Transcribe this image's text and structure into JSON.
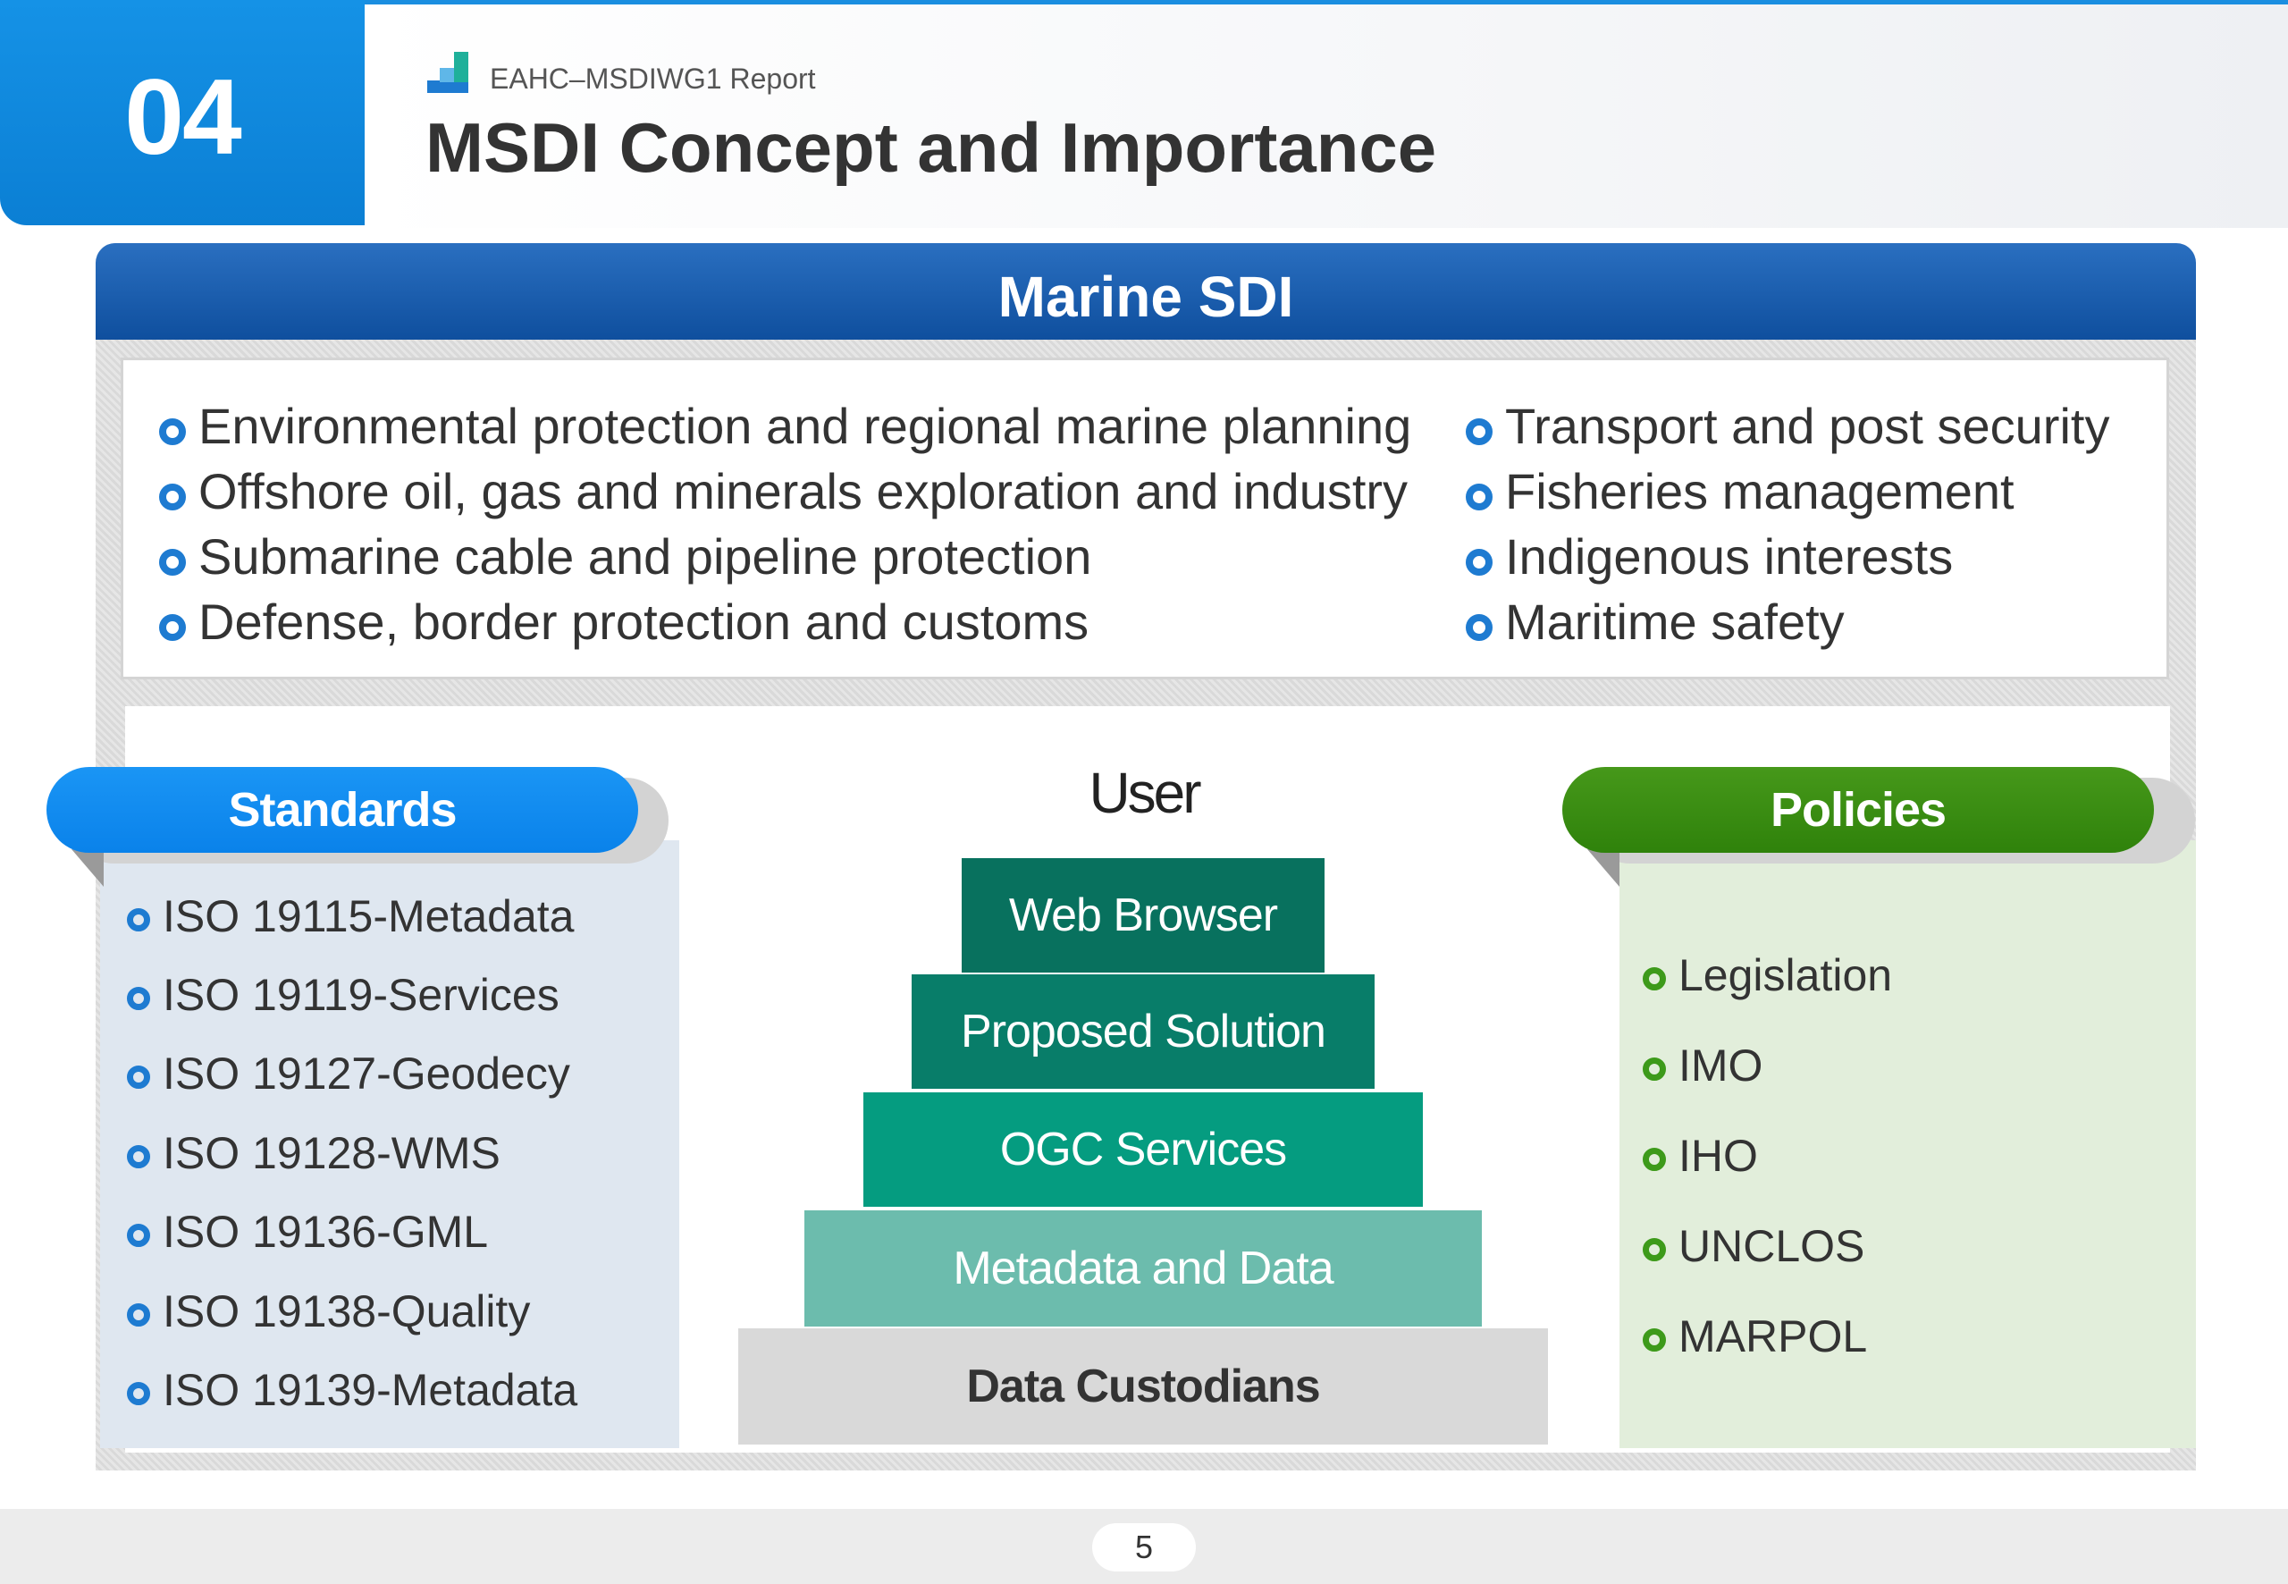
{
  "header": {
    "section_number": "04",
    "report_label": "EAHC–MSDIWG1 Report",
    "title": "MSDI Concept and Importance"
  },
  "banner": {
    "title": "Marine SDI"
  },
  "uses": {
    "left": [
      "Environmental protection and regional marine planning",
      "Offshore oil, gas and minerals exploration and industry",
      "Submarine cable and pipeline protection",
      "Defense, border protection and customs"
    ],
    "right": [
      "Transport and post security",
      "Fisheries management",
      "Indigenous interests",
      "Maritime safety"
    ]
  },
  "standards": {
    "label": "Standards",
    "items": [
      "ISO 19115-Metadata",
      "ISO 19119-Services",
      "ISO 19127-Geodecy",
      "ISO 19128-WMS",
      "ISO 19136-GML",
      "ISO 19138-Quality",
      "ISO 19139-Metadata"
    ]
  },
  "policies": {
    "label": "Policies",
    "items": [
      "Legislation",
      "IMO",
      "IHO",
      "UNCLOS",
      "MARPOL"
    ]
  },
  "pyramid": {
    "top_label": "User",
    "tiers": [
      "Web Browser",
      "Proposed Solution",
      "OGC Services",
      "Metadata and Data",
      "Data Custodians"
    ]
  },
  "footer": {
    "page_number": "5"
  },
  "colors": {
    "header_blue": "#0b7fd4",
    "banner_blue": "#0f4f9e",
    "standards_blue": "#0a87f0",
    "policies_green": "#3a8e12",
    "bullet_blue": "#1e7bd1",
    "bullet_green": "#3d9a1a",
    "tier_colors": [
      "#08715e",
      "#087d69",
      "#059c80",
      "#6cbcad",
      "#d9d9d9"
    ]
  }
}
